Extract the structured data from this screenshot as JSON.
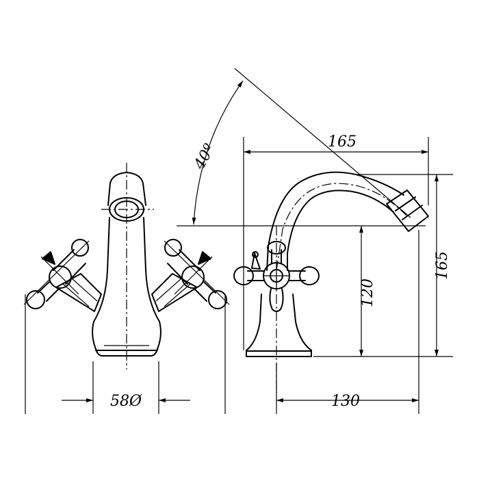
{
  "dimensions": {
    "base_diameter": "58Ø",
    "depth": "130",
    "height_spout": "120",
    "height_total": "165",
    "reach": "165",
    "angle": "40º"
  },
  "colors": {
    "ink": "#000000",
    "paper": "#ffffff"
  }
}
